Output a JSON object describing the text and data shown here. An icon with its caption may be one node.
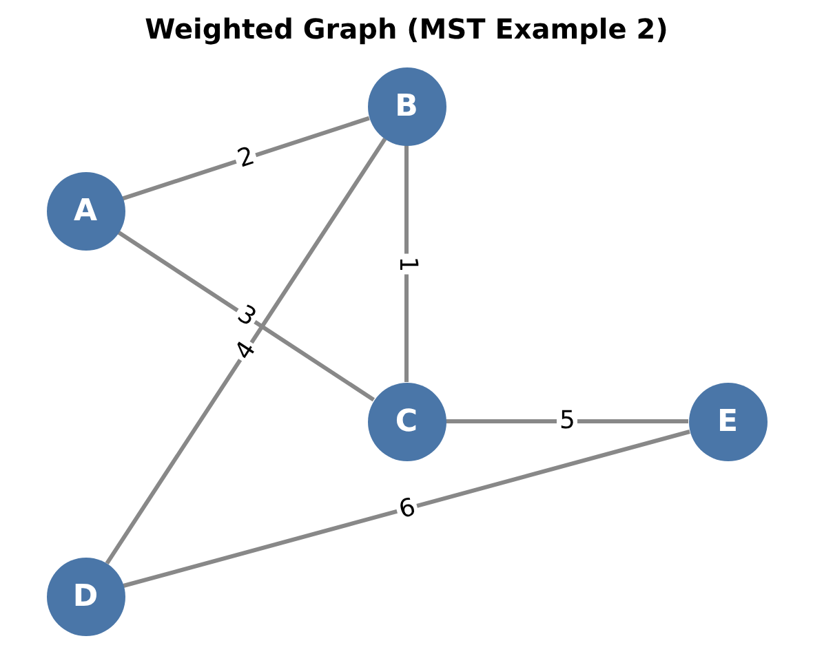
{
  "diagram": {
    "title": "Weighted Graph (MST Example 2)",
    "nodes": [
      {
        "text": [
          "A"
        ]
      },
      {
        "text": [
          "B"
        ]
      },
      {
        "text": [
          "C"
        ]
      },
      {
        "text": [
          "D"
        ]
      },
      {
        "text": [
          "E"
        ]
      }
    ],
    "edges": [
      {
        "from": 0,
        "to": 1,
        "arrow": "none",
        "label": "2"
      },
      {
        "from": 0,
        "to": 2,
        "arrow": "none",
        "label": "3"
      },
      {
        "from": 1,
        "to": 2,
        "arrow": "none",
        "label": "1"
      },
      {
        "from": 1,
        "to": 3,
        "arrow": "none",
        "label": "4"
      },
      {
        "from": 2,
        "to": 4,
        "arrow": "none",
        "label": "5"
      },
      {
        "from": 3,
        "to": 4,
        "arrow": "none",
        "label": "6"
      }
    ]
  }
}
